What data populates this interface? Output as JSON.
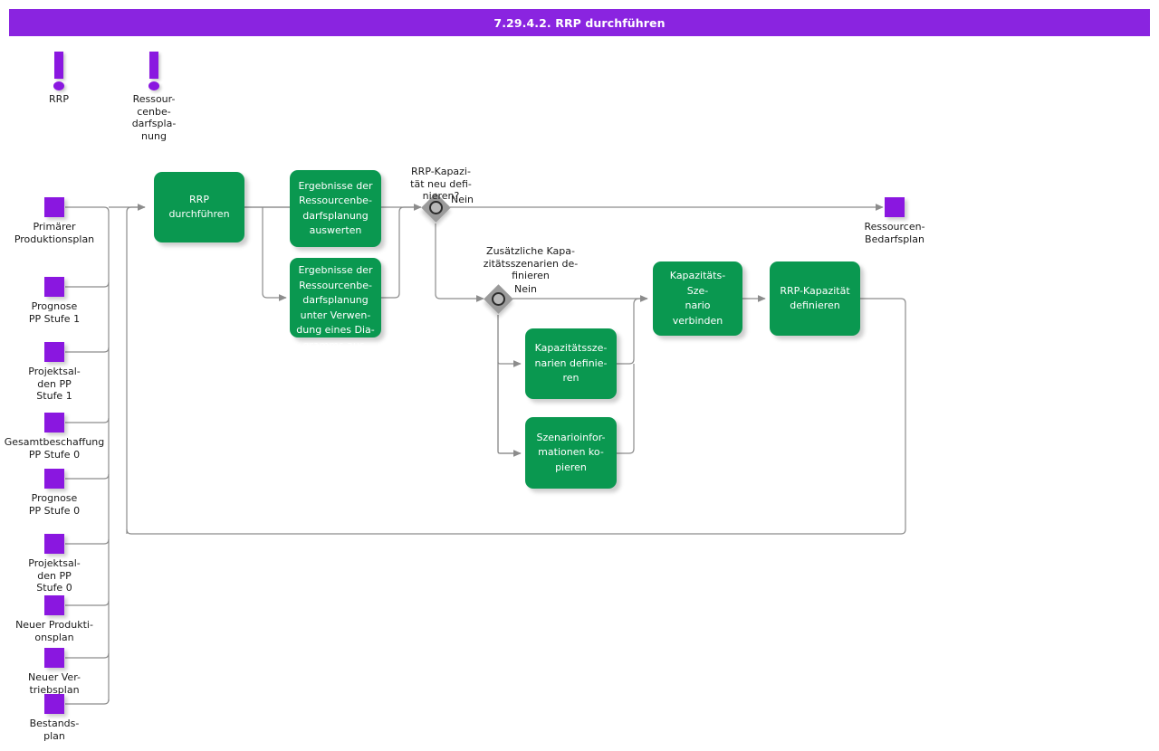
{
  "window": {
    "title": "7.29.4.2. RRP durchführen",
    "title_bar_color": "#8a24e0"
  },
  "palette": {
    "function_green": "#0a9850",
    "data_purple": "#8a17e0",
    "connector_gray": "#9a9a9a",
    "wire_gray": "#8c8c8c",
    "text_dark": "#1a1a1a",
    "canvas_white": "#ffffff"
  },
  "events": [
    {
      "name": "rrp-event",
      "icon": "exclamation-icon",
      "label": "RRP"
    },
    {
      "name": "ressourcenbedarfsplanung-event",
      "icon": "exclamation-icon",
      "label": "Ressour-\ncenbe-\ndarfspla-\nnung"
    }
  ],
  "data_objects_left": [
    {
      "name": "primaerer-produktionsplan",
      "label": "Primärer\nProduktionsplan"
    },
    {
      "name": "prognose-pp-stufe-1",
      "label": "Prognose\nPP Stufe 1"
    },
    {
      "name": "projektsalden-pp-stufe-1",
      "label": "Projektsal-\nden PP\nStufe 1"
    },
    {
      "name": "gesamtbeschaffung-pp-stufe-0",
      "label": "Gesamtbeschaffung\nPP Stufe 0"
    },
    {
      "name": "prognose-pp-stufe-0",
      "label": "Prognose\nPP Stufe 0"
    },
    {
      "name": "projektsalden-pp-stufe-0",
      "label": "Projektsal-\nden PP\nStufe 0"
    },
    {
      "name": "neuer-produktionsplan",
      "label": "Neuer Produkti-\nonsplan"
    },
    {
      "name": "neuer-vertriebsplan",
      "label": "Neuer    Ver-\ntriebsplan"
    },
    {
      "name": "bestandsplan",
      "label": "Bestands-\nplan"
    }
  ],
  "data_objects_right": [
    {
      "name": "ressourcen-bedarfsplan",
      "label": "Ressourcen-\nBedarfsplan"
    }
  ],
  "functions": [
    {
      "name": "rrp-durchfuehren",
      "label": "RRP durchführen"
    },
    {
      "name": "ergebnisse-auswerten",
      "label": "Ergebnisse der\nRessourcenbe-\ndarfsplanung\nauswerten"
    },
    {
      "name": "ergebnisse-diagramm-auswerten",
      "label": "Ergebnisse der\nRessourcenbe-\ndarfsplanung\nunter Verwen-\ndung  eines Dia-\ngramms  aus-\nwerten"
    },
    {
      "name": "kapazitaetsszenarien-definieren",
      "label": "Kapazitätssze-\nnarien   definie-\nren"
    },
    {
      "name": "szenarioinformationen-kopieren",
      "label": "Szenarioinfor-\nmationen   ko-\npieren"
    },
    {
      "name": "kapazitaets-szenario-verbinden",
      "label": "Kapazitäts- Sze-\nnario verbinden"
    },
    {
      "name": "rrp-kapazitaet-definieren",
      "label": "RRP-Kapazität\ndefinieren"
    }
  ],
  "decisions": [
    {
      "name": "rrp-kapazitaet-neu-definieren",
      "question": "RRP-Kapazi-\ntät neu defi-\nnieren?",
      "branch_label": "Nein"
    },
    {
      "name": "zusaetzliche-kapazitaetsszenarien-definieren",
      "question": "Zusätzliche   Kapa-\nzitätsszenarien   de-\nfinieren",
      "branch_label": "Nein"
    }
  ]
}
